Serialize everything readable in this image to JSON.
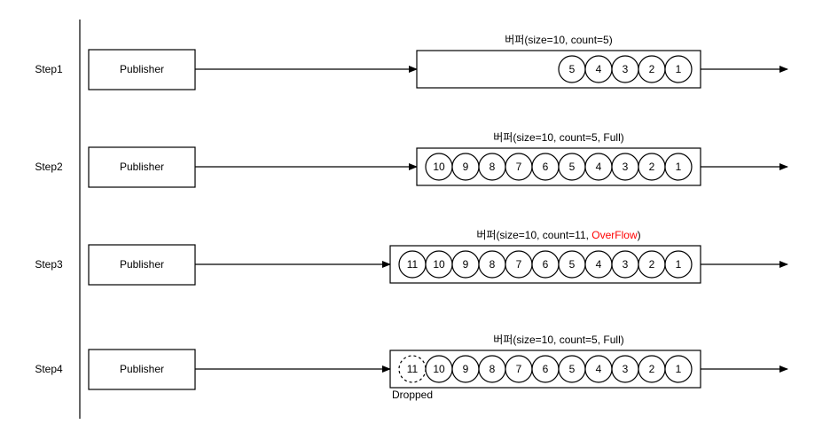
{
  "steps": [
    {
      "label": "Step1",
      "publisher": "Publisher",
      "buffer_caption_parts": [
        {
          "text": "버퍼(size=10, count=5)",
          "color": "#000000"
        }
      ],
      "items": [
        "5",
        "4",
        "3",
        "2",
        "1"
      ],
      "dropped_item": null,
      "dropped_label": null
    },
    {
      "label": "Step2",
      "publisher": "Publisher",
      "buffer_caption_parts": [
        {
          "text": "버퍼(size=10, count=5, Full)",
          "color": "#000000"
        }
      ],
      "items": [
        "10",
        "9",
        "8",
        "7",
        "6",
        "5",
        "4",
        "3",
        "2",
        "1"
      ],
      "dropped_item": null,
      "dropped_label": null
    },
    {
      "label": "Step3",
      "publisher": "Publisher",
      "buffer_caption_parts": [
        {
          "text": "버퍼(size=10, count=11, ",
          "color": "#000000"
        },
        {
          "text": "OverFlow",
          "color": "#ff0000"
        },
        {
          "text": ")",
          "color": "#000000"
        }
      ],
      "items": [
        "11",
        "10",
        "9",
        "8",
        "7",
        "6",
        "5",
        "4",
        "3",
        "2",
        "1"
      ],
      "dropped_item": null,
      "dropped_label": null
    },
    {
      "label": "Step4",
      "publisher": "Publisher",
      "buffer_caption_parts": [
        {
          "text": "버퍼(size=10, count=5, Full)",
          "color": "#000000"
        }
      ],
      "items": [
        "10",
        "9",
        "8",
        "7",
        "6",
        "5",
        "4",
        "3",
        "2",
        "1"
      ],
      "dropped_item": "11",
      "dropped_label": "Dropped"
    }
  ],
  "colors": {
    "stroke": "#000000",
    "overflow": "#ff0000",
    "background": "#ffffff"
  }
}
